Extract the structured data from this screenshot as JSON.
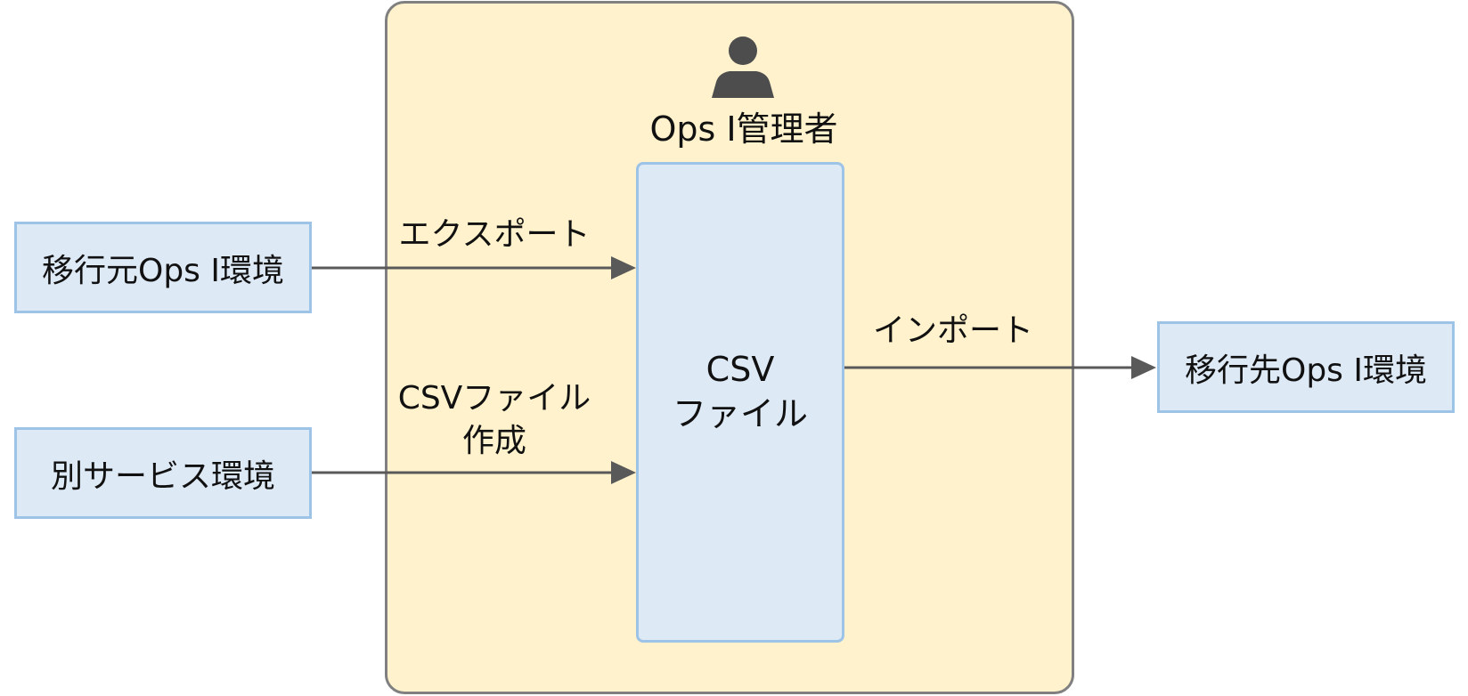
{
  "colors": {
    "container_fill": "#fff2cc",
    "container_border": "#808080",
    "box_fill": "#dee9f6",
    "box_border": "#9dc3e6",
    "arrow": "#595959",
    "icon": "#4d4d4d"
  },
  "actor": {
    "icon": "person-icon",
    "label": "Ops I管理者"
  },
  "csv_file": {
    "line1": "CSV",
    "line2": "ファイル"
  },
  "sources": {
    "migration_source": "移行元Ops I環境",
    "other_service": "別サービス環境"
  },
  "target": {
    "migration_target": "移行先Ops I環境"
  },
  "edges": {
    "export": "エクスポート",
    "create_line1": "CSVファイル",
    "create_line2": "作成",
    "import": "インポート"
  }
}
